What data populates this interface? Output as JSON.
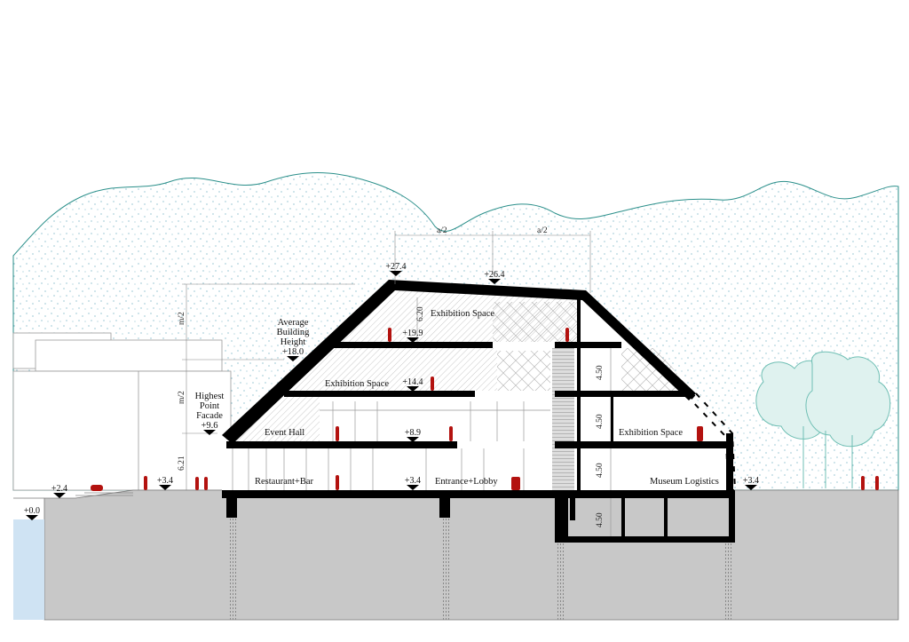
{
  "colors": {
    "vegetation_outline": "#2a8f8a",
    "stipple": "#5aa3b8",
    "ground": "#c8c8c8",
    "water": "#cfe3f3",
    "structure": "#000000",
    "people": "#b3120f",
    "trees": "#a9dcd6"
  },
  "rooms": {
    "exhibition_top": "Exhibition Space",
    "exhibition_mid": "Exhibition Space",
    "exhibition_right": "Exhibition Space",
    "event_hall": "Event Hall",
    "restaurant": "Restaurant+Bar",
    "entrance": "Entrance+Lobby",
    "logistics": "Museum Logistics"
  },
  "annotations": {
    "avg_height": [
      "Average",
      "Building",
      "Height",
      "+18.0"
    ],
    "highest_facade": [
      "Highest",
      "Point",
      "Facade",
      "+9.6"
    ]
  },
  "levels": {
    "peak": "+27.4",
    "ridge": "+26.4",
    "floor3": "+19.9",
    "floor2": "+14.4",
    "floor1": "+8.9",
    "ground_inside": "+3.4",
    "ground_left": "+3.4",
    "ground_right": "+3.4",
    "terrace": "+2.4",
    "water": "+0.0"
  },
  "dimensions": {
    "a_half_left": "a/2",
    "a_half_right": "a/2",
    "m_half_top": "m/2",
    "m_half_bottom": "m/2",
    "ground_height": "6.21",
    "top_height": "6.20",
    "storey_1": "4.50",
    "storey_2": "4.50",
    "storey_3": "4.50",
    "storey_basement": "4.50"
  }
}
